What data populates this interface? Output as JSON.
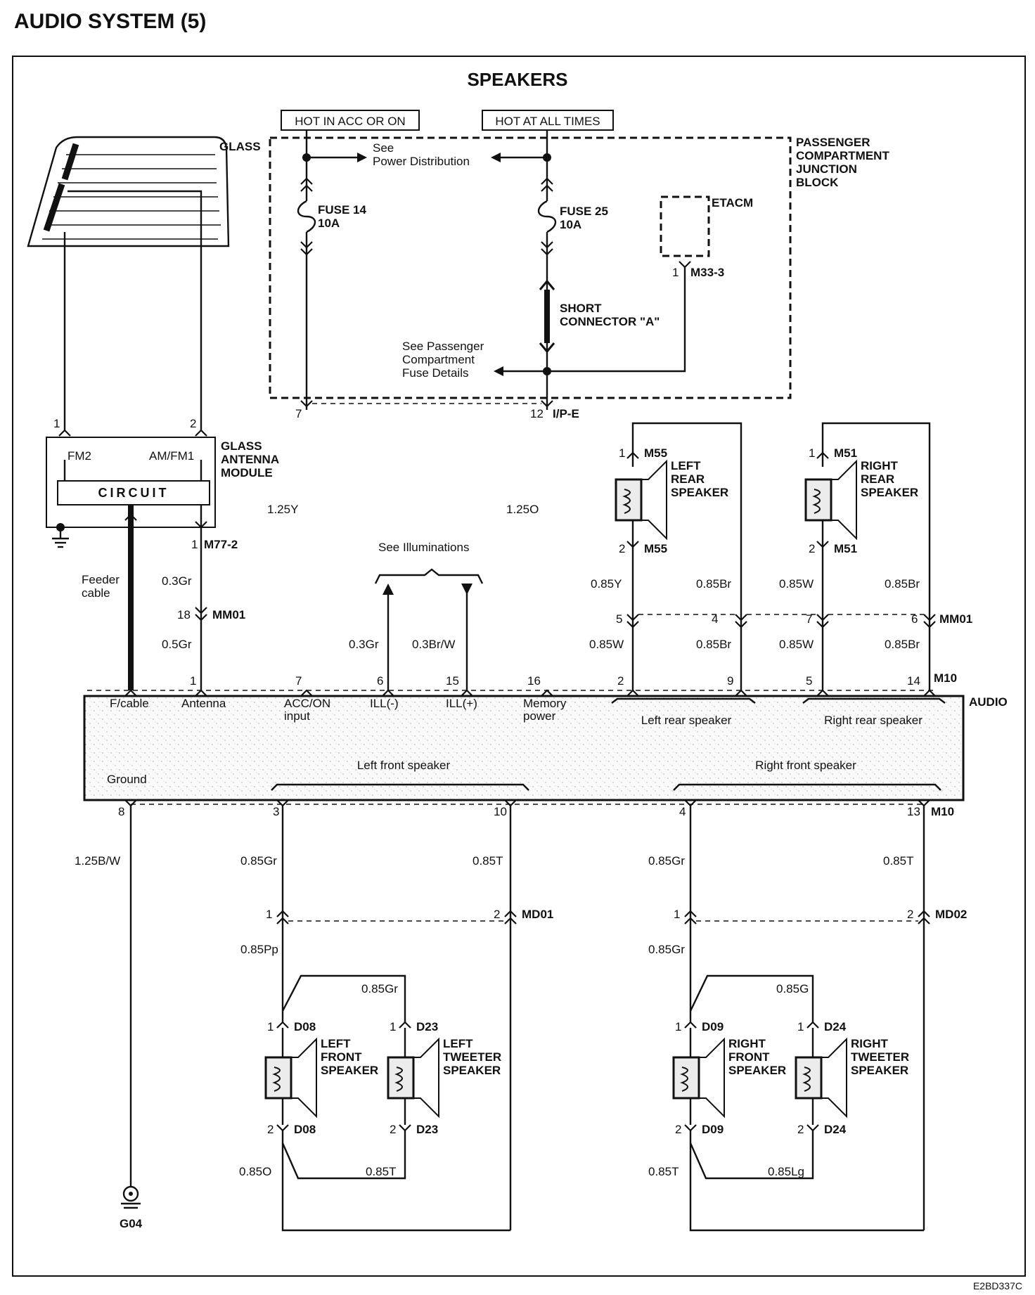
{
  "title": "AUDIO SYSTEM (5)",
  "section_title": "SPEAKERS",
  "footer_code": "E2BD337C",
  "power": {
    "hot_acc": "HOT IN ACC OR ON",
    "hot_always": "HOT AT ALL TIMES",
    "see_power_1": "See",
    "see_power_2": "Power Distribution",
    "junction_block": [
      "PASSENGER",
      "COMPARTMENT",
      "JUNCTION",
      "BLOCK"
    ],
    "fuse14": [
      "FUSE 14",
      "10A"
    ],
    "fuse25": [
      "FUSE 25",
      "10A"
    ],
    "etacm": "ETACM",
    "etacm_pin": "1",
    "etacm_conn": "M33-3",
    "short_conn": [
      "SHORT",
      "CONNECTOR \"A\""
    ],
    "see_fuse": [
      "See Passenger",
      "Compartment",
      "Fuse Details"
    ],
    "pin_7": "7",
    "pin_12": "12",
    "conn_ipe": "I/P-E"
  },
  "glass": {
    "label": "GLASS",
    "pin1": "1",
    "pin2": "2",
    "module_label": [
      "GLASS",
      "ANTENNA",
      "MODULE"
    ],
    "fm2": "FM2",
    "amfm1": "AM/FM1",
    "circuit": "CIRCUIT",
    "m77_pin": "1",
    "m77": "M77-2",
    "feeder": [
      "Feeder",
      "cable"
    ],
    "wire_03gr": "0.3Gr",
    "mm01_pin": "18",
    "mm01": "MM01",
    "wire_05gr": "0.5Gr"
  },
  "wires_top": {
    "w125y": "1.25Y",
    "w125o": "1.25O",
    "see_illum": "See Illuminations",
    "w03gr": "0.3Gr",
    "w03brw": "0.3Br/W"
  },
  "rear_left": {
    "pin1": "1",
    "conn": "M55",
    "label": [
      "LEFT",
      "REAR",
      "SPEAKER"
    ],
    "pin2": "2",
    "w085y": "0.85Y",
    "w085br": "0.85Br",
    "pin5": "5",
    "pin4": "4",
    "w085w": "0.85W",
    "w085br2": "0.85Br"
  },
  "rear_right": {
    "pin1": "1",
    "conn": "M51",
    "label": [
      "RIGHT",
      "REAR",
      "SPEAKER"
    ],
    "pin2": "2",
    "w085w": "0.85W",
    "w085br": "0.85Br",
    "pin7": "7",
    "pin6": "6",
    "mm01": "MM01",
    "w085w2": "0.85W",
    "w085br2": "0.85Br"
  },
  "audio": {
    "label": "AUDIO",
    "m10_top": "M10",
    "pins_top": [
      "1",
      "7",
      "6",
      "15",
      "16",
      "2",
      "9",
      "5",
      "14"
    ],
    "fcable": "F/cable",
    "antenna": "Antenna",
    "acc_on": [
      "ACC/ON",
      "input"
    ],
    "ill_minus": "ILL(-)",
    "ill_plus": "ILL(+)",
    "memory": [
      "Memory",
      "power"
    ],
    "left_rear": "Left rear speaker",
    "right_rear": "Right rear speaker",
    "ground": "Ground",
    "left_front": "Left front speaker",
    "right_front": "Right front speaker",
    "pins_bottom": [
      "8",
      "3",
      "10",
      "4",
      "13"
    ],
    "m10_bottom": "M10"
  },
  "front_left": {
    "w125bw": "1.25B/W",
    "w085gr": "0.85Gr",
    "w085t": "0.85T",
    "md01_pin1": "1",
    "md01_pin2": "2",
    "md01": "MD01",
    "w085pp": "0.85Pp",
    "w085gr2": "0.85Gr",
    "spk_pin1": "1",
    "spk_conn": "D08",
    "spk_label": [
      "LEFT",
      "FRONT",
      "SPEAKER"
    ],
    "tw_pin1": "1",
    "tw_conn": "D23",
    "tw_label": [
      "LEFT",
      "TWEETER",
      "SPEAKER"
    ],
    "spk_pin2": "2",
    "spk_conn2": "D08",
    "tw_pin2": "2",
    "tw_conn2": "D23",
    "w085o": "0.85O",
    "w085t2": "0.85T",
    "ground": "G04"
  },
  "front_right": {
    "w085gr": "0.85Gr",
    "w085t": "0.85T",
    "md02_pin1": "1",
    "md02_pin2": "2",
    "md02": "MD02",
    "w085gr2": "0.85Gr",
    "w085g": "0.85G",
    "spk_pin1": "1",
    "spk_conn": "D09",
    "spk_label": [
      "RIGHT",
      "FRONT",
      "SPEAKER"
    ],
    "tw_pin1": "1",
    "tw_conn": "D24",
    "tw_label": [
      "RIGHT",
      "TWEETER",
      "SPEAKER"
    ],
    "spk_pin2": "2",
    "spk_conn2": "D09",
    "tw_pin2": "2",
    "tw_conn2": "D24",
    "w085t2": "0.85T",
    "w085lg": "0.85Lg"
  }
}
